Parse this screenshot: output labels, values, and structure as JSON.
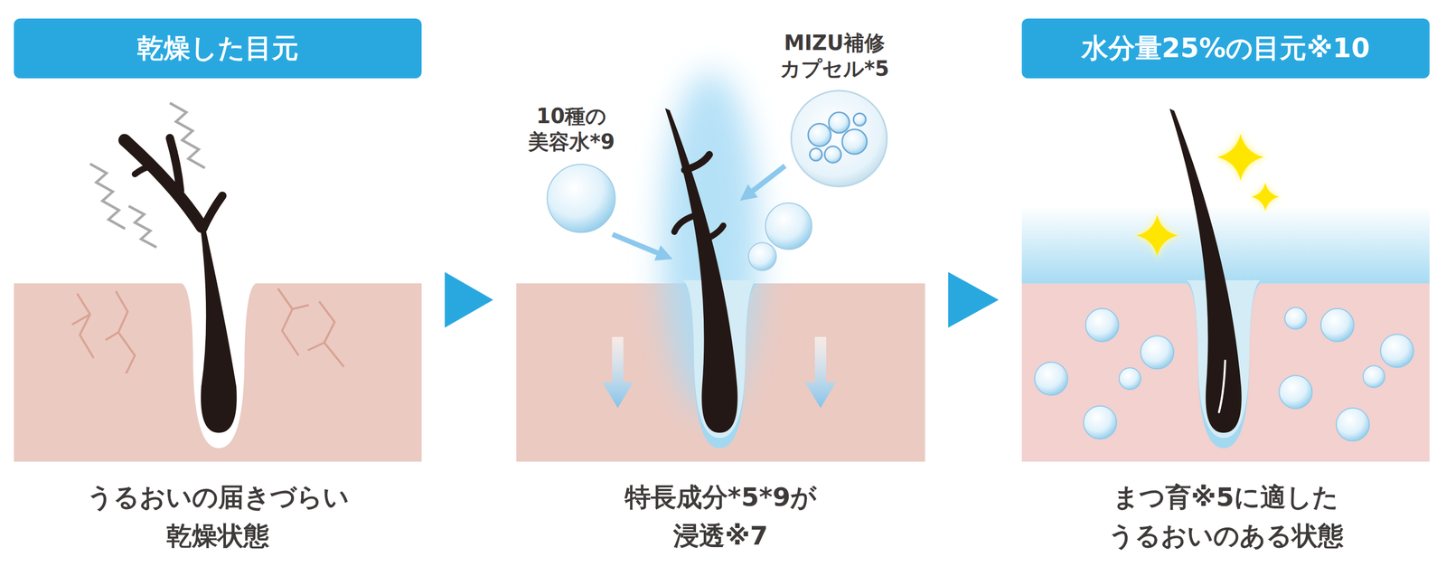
{
  "diagram": {
    "nodes": [
      {
        "text": [
          "乾燥した目元",
          "うるおいの届きづらい 乾燥状態"
        ]
      },
      {
        "text": [
          "特長成分*5*9が 浸透※7"
        ]
      },
      {
        "text": [
          "水分量25%の目元※10",
          "まつ育※5に適した うるおいのある状態"
        ]
      }
    ],
    "edges": [
      {
        "from": 0,
        "to": 1,
        "arrow": "to"
      },
      {
        "from": 1,
        "to": 2,
        "arrow": "to"
      }
    ],
    "labels": [
      "10種の 美容水*9",
      "MIZU補修 カプセル*5"
    ]
  }
}
